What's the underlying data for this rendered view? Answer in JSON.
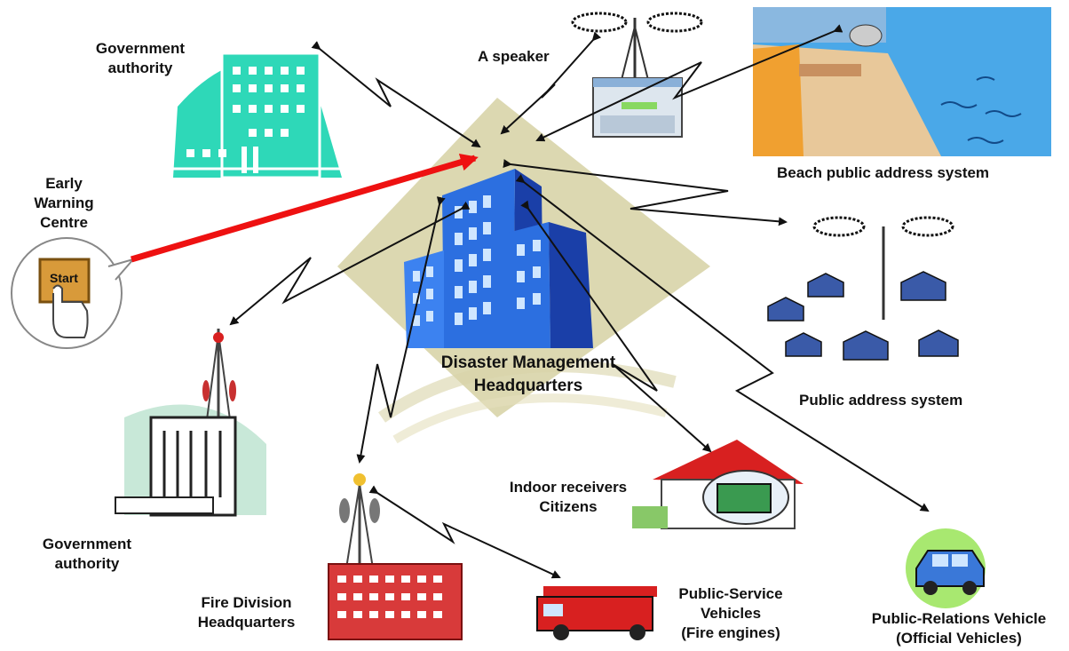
{
  "nodes": {
    "gov_top": {
      "label": [
        "Government",
        "authority"
      ]
    },
    "speaker": {
      "label": "A speaker"
    },
    "beach": {
      "label": "Beach public address system"
    },
    "early_warning": {
      "label": [
        "Early",
        "Warning",
        "Centre"
      ],
      "button": "Start"
    },
    "hq": {
      "label": [
        "Disaster Management",
        "Headquarters"
      ]
    },
    "public_address": {
      "label": "Public address system"
    },
    "gov_bottom": {
      "label": [
        "Government",
        "authority"
      ]
    },
    "fire_division": {
      "label": [
        "Fire Division",
        "Headquarters"
      ]
    },
    "indoor": {
      "label": [
        "Indoor receivers",
        "Citizens"
      ]
    },
    "public_service": {
      "label": [
        "Public-Service",
        "Vehicles",
        "(Fire engines)"
      ]
    },
    "pr_vehicle": {
      "label": [
        "Public-Relations Vehicle",
        "(Official Vehicles)"
      ]
    }
  },
  "colors": {
    "alert_arrow": "#ee1111",
    "link_arrow": "#111111",
    "building_blue": "#2c6fe0",
    "building_dark": "#1a3fa8",
    "diamond": "#d8d4a8",
    "gov_teal": "#2ed8b8",
    "sea": "#4aa8e8",
    "sand": "#e8c89a",
    "roof_blue": "#3a5aa8",
    "fire_red": "#d82020",
    "car_blue": "#3a78d8",
    "car_bg": "#a8e870"
  }
}
